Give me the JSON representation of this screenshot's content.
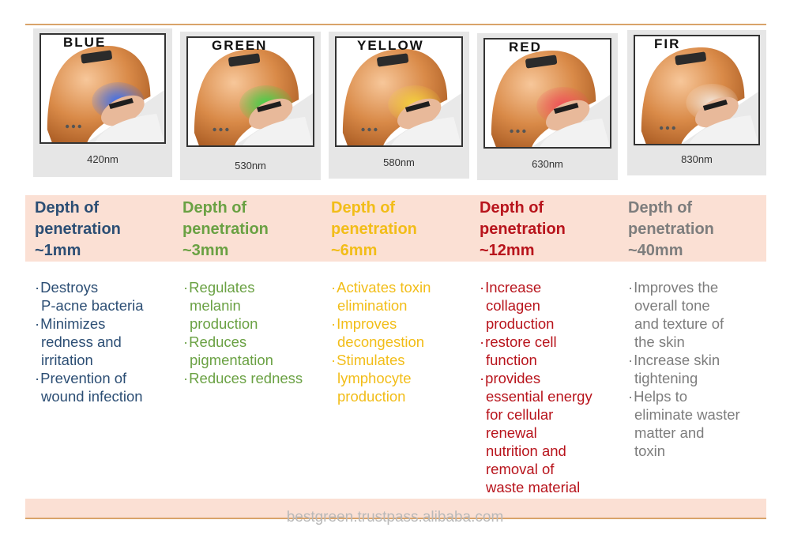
{
  "columns": [
    {
      "name": "BLUE",
      "wavelength": "420nm",
      "light_color": "#3a6ff0",
      "text_color": "#2c4e74",
      "depth": [
        "Depth of",
        "penetration",
        "~1mm"
      ],
      "benefits": [
        "Destroys\nP-acne bacteria",
        "Minimizes\nredness and\nirritation",
        "Prevention of\nwound infection"
      ]
    },
    {
      "name": "GREEN",
      "wavelength": "530nm",
      "light_color": "#3fd24a",
      "text_color": "#6aa143",
      "depth": [
        "Depth of",
        "penetration",
        "~3mm"
      ],
      "benefits": [
        "Regulates\nmelanin\nproduction",
        "Reduces\npigmentation",
        "Reduces redness"
      ]
    },
    {
      "name": "YELLOW",
      "wavelength": "580nm",
      "light_color": "#f5d23c",
      "text_color": "#f2bd18",
      "depth": [
        "Depth of",
        "penetration",
        "~6mm"
      ],
      "benefits": [
        "Activates toxin\nelimination",
        "Improves\ndecongestion",
        "Stimulates\nlymphocyte\nproduction"
      ]
    },
    {
      "name": "RED",
      "wavelength": "630nm",
      "light_color": "#f0505a",
      "text_color": "#b8141c",
      "depth": [
        "Depth of",
        "penetration",
        "~12mm"
      ],
      "benefits": [
        "Increase\ncollagen\nproduction",
        "restore cell\nfunction",
        "provides\nessential energy\nfor cellular\nrenewal\nnutrition and\nremoval of\nwaste material"
      ]
    },
    {
      "name": "FIR",
      "wavelength": "830nm",
      "light_color": "#f3e7dc",
      "text_color": "#7d7d7d",
      "depth": [
        "Depth of",
        "penetration",
        "~40mm"
      ],
      "benefits": [
        "Improves the\noverall tone\nand texture of\nthe skin",
        "Increase skin\ntightening",
        "Helps to\neliminate waster\nmatter and\ntoxin"
      ]
    }
  ],
  "watermark": "bestgreen.trustpass.alibaba.com"
}
